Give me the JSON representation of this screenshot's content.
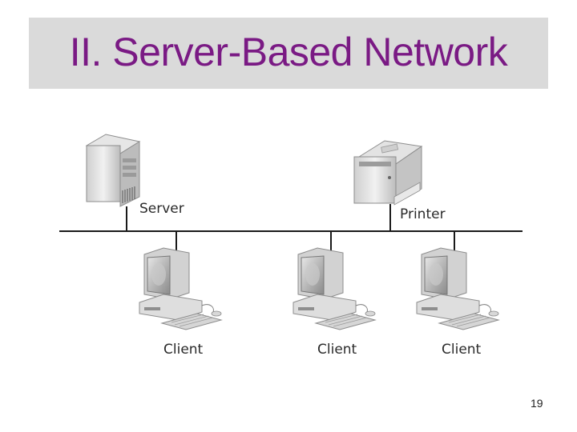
{
  "slide": {
    "title": "II. Server-Based Network",
    "page_number": "19"
  },
  "diagram": {
    "server_label": "Server",
    "printer_label": "Printer",
    "client_labels": [
      "Client",
      "Client",
      "Client"
    ]
  }
}
